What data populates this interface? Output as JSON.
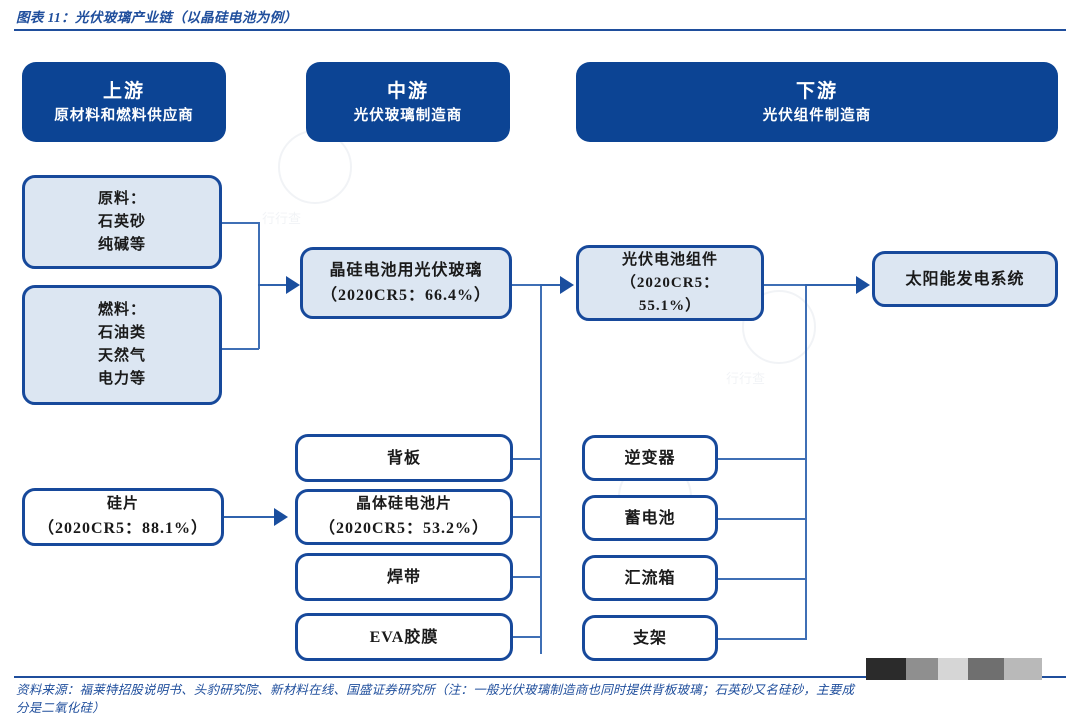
{
  "figure": {
    "title": "图表 11：光伏玻璃产业链（以晶硅电池为例）",
    "source_line1": "资料来源：福莱特招股说明书、头豹研究院、新材料在线、国盛证券研究所（注：一般光伏玻璃制造商也同时提供背板玻璃；石英砂又名硅砂，主要成",
    "source_line2": "分是二氧化硅）"
  },
  "colors": {
    "header_blue": "#0c4494",
    "border_blue": "#17499b",
    "light_fill": "#dce6f2",
    "connector_blue": "#3f6fb5",
    "title_blue": "#1f4e9c",
    "white": "#ffffff"
  },
  "headers": [
    {
      "tier": "upstream",
      "line1": "上游",
      "line2": "原材料和燃料供应商"
    },
    {
      "tier": "midstream",
      "line1": "中游",
      "line2": "光伏玻璃制造商"
    },
    {
      "tier": "downstream",
      "line1": "下游",
      "line2": "光伏组件制造商"
    }
  ],
  "upstream": {
    "raw_material": {
      "lines": [
        "原料：",
        "石英砂",
        "纯碱等"
      ]
    },
    "fuel": {
      "lines": [
        "燃料：",
        "石油类",
        "天然气",
        "电力等"
      ]
    },
    "wafer": {
      "lines": [
        "硅片",
        "（2020CR5：88.1%）"
      ]
    }
  },
  "midstream": {
    "glass": {
      "lines": [
        "晶硅电池用光伏玻璃",
        "（2020CR5：66.4%）"
      ]
    },
    "components": [
      {
        "name": "backsheet",
        "lines": [
          "背板"
        ]
      },
      {
        "name": "solar-cell",
        "lines": [
          "晶体硅电池片",
          "（2020CR5：53.2%）"
        ]
      },
      {
        "name": "ribbon",
        "lines": [
          "焊带"
        ]
      },
      {
        "name": "eva-film",
        "lines": [
          "EVA胶膜"
        ]
      }
    ]
  },
  "downstream": {
    "module": {
      "lines": [
        "光伏电池组件",
        "（2020CR5：",
        "55.1%）"
      ]
    },
    "balance_of_system": [
      {
        "name": "inverter",
        "lines": [
          "逆变器"
        ]
      },
      {
        "name": "storage-battery",
        "lines": [
          "蓄电池"
        ]
      },
      {
        "name": "combiner-box",
        "lines": [
          "汇流箱"
        ]
      },
      {
        "name": "mounting-bracket",
        "lines": [
          "支架"
        ]
      }
    ],
    "system": {
      "lines": [
        "太阳能发电系统"
      ]
    }
  }
}
